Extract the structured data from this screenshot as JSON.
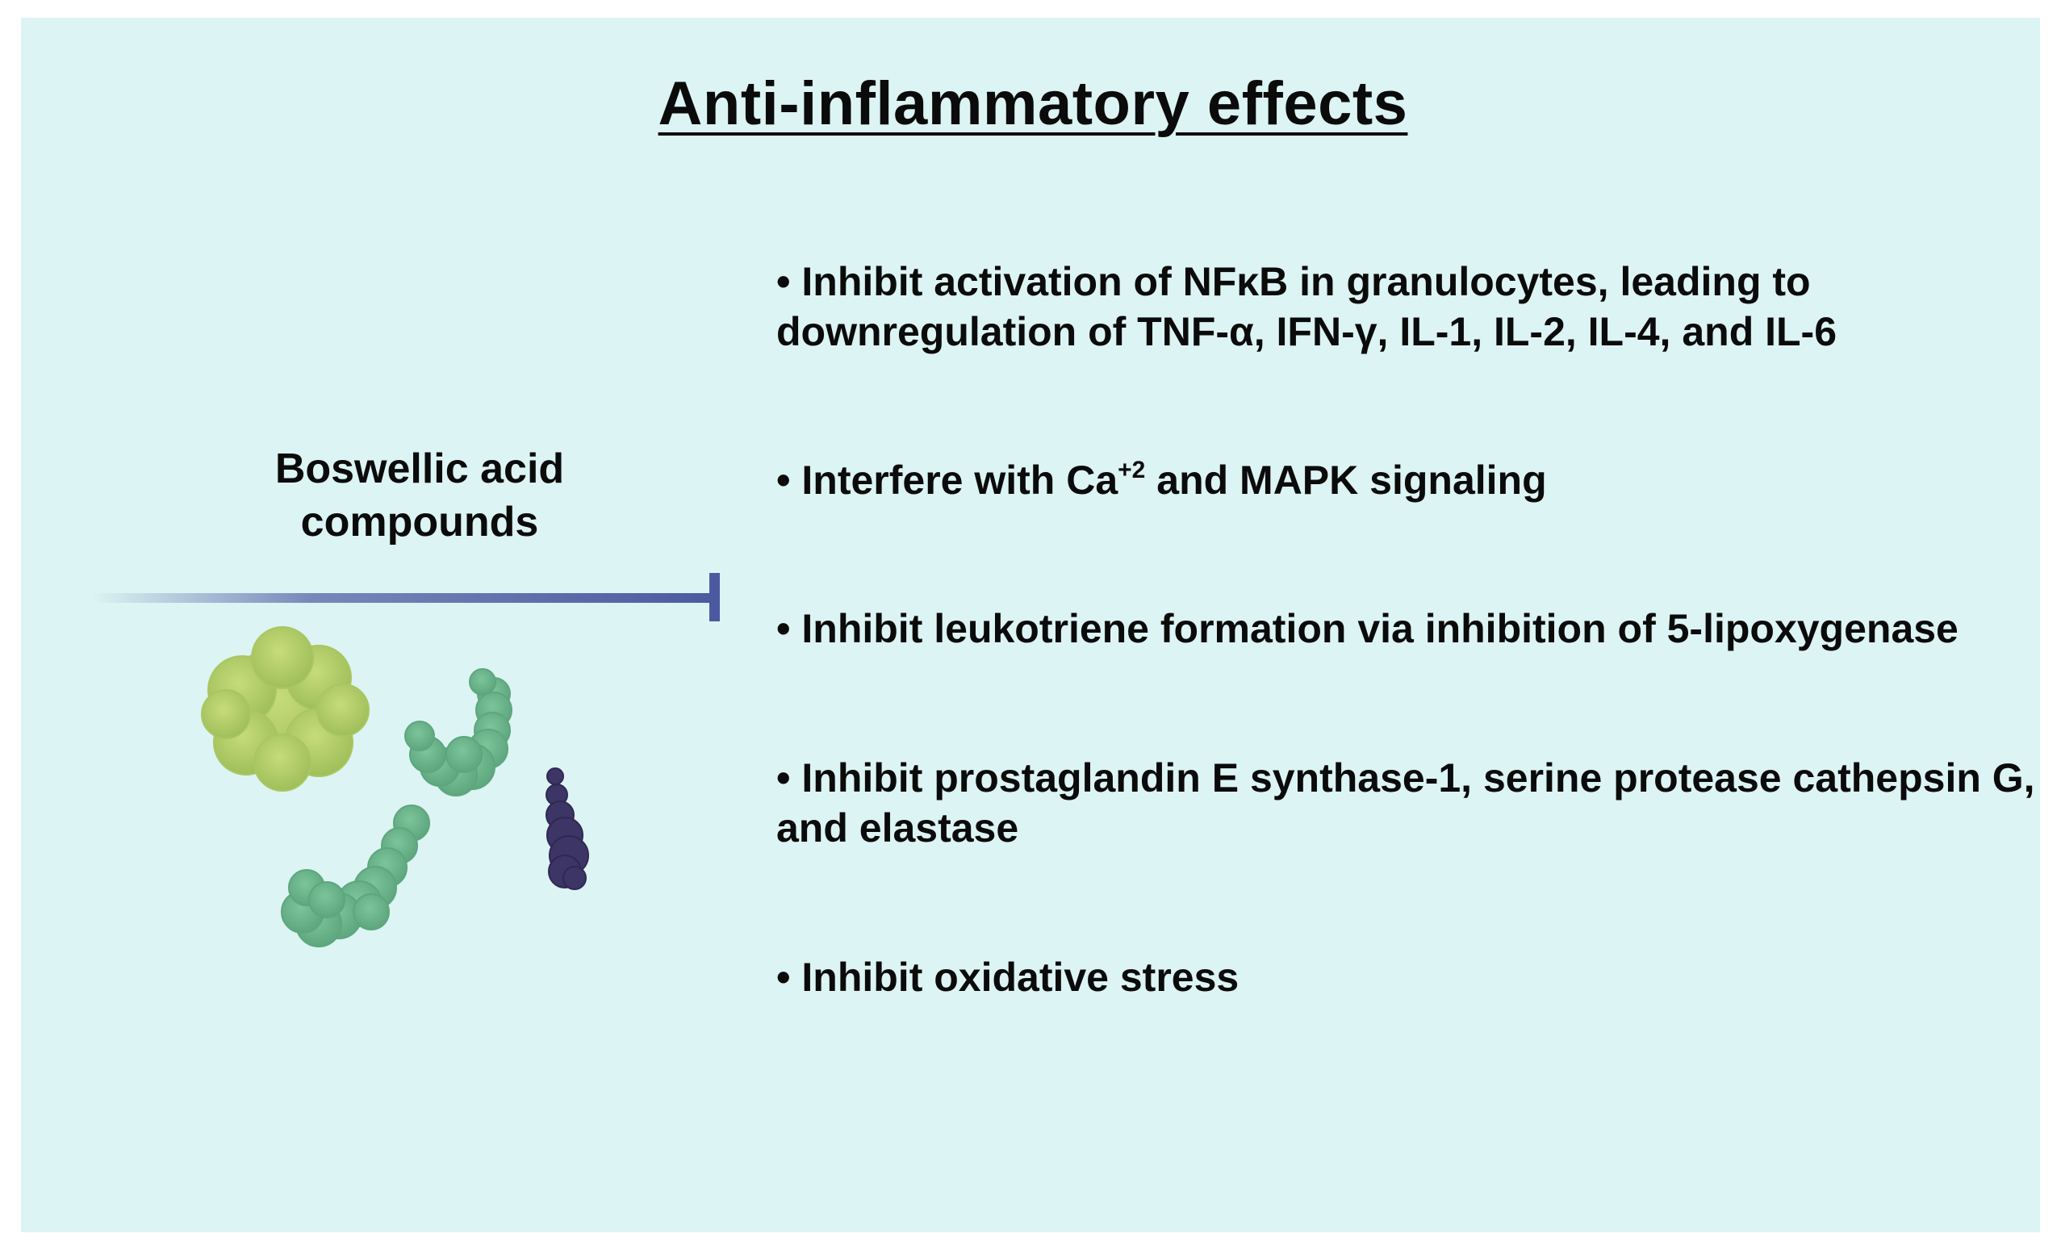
{
  "title": "Anti-inflammatory effects",
  "compound": {
    "label": "Boswellic acid compounds"
  },
  "effects": [
    {
      "text": "• Inhibit activation of NFκB in granulocytes, leading to downregulation of TNF-α, IFN-γ, IL-1, IL-2, IL-4, and IL-6"
    },
    {
      "pre": "• Interfere with Ca",
      "sup": "+2",
      "post": " and MAPK signaling"
    },
    {
      "text": "• Inhibit leukotriene formation via inhibition of 5-lipoxygenase"
    },
    {
      "text": "• Inhibit prostaglandin E synthase-1, serine protease cathepsin G, and elastase"
    },
    {
      "text": "• Inhibit oxidative stress"
    }
  ],
  "colors": {
    "background": "#dcf4f3",
    "inhibition_arrow": "#4b5aa0",
    "blob_yellow_green": "#b6cf6a",
    "blob_green": "#6fb98f",
    "blob_purple": "#3d3566"
  },
  "icons": [
    "inhibition-arrow-icon",
    "protein-blob-icon"
  ]
}
